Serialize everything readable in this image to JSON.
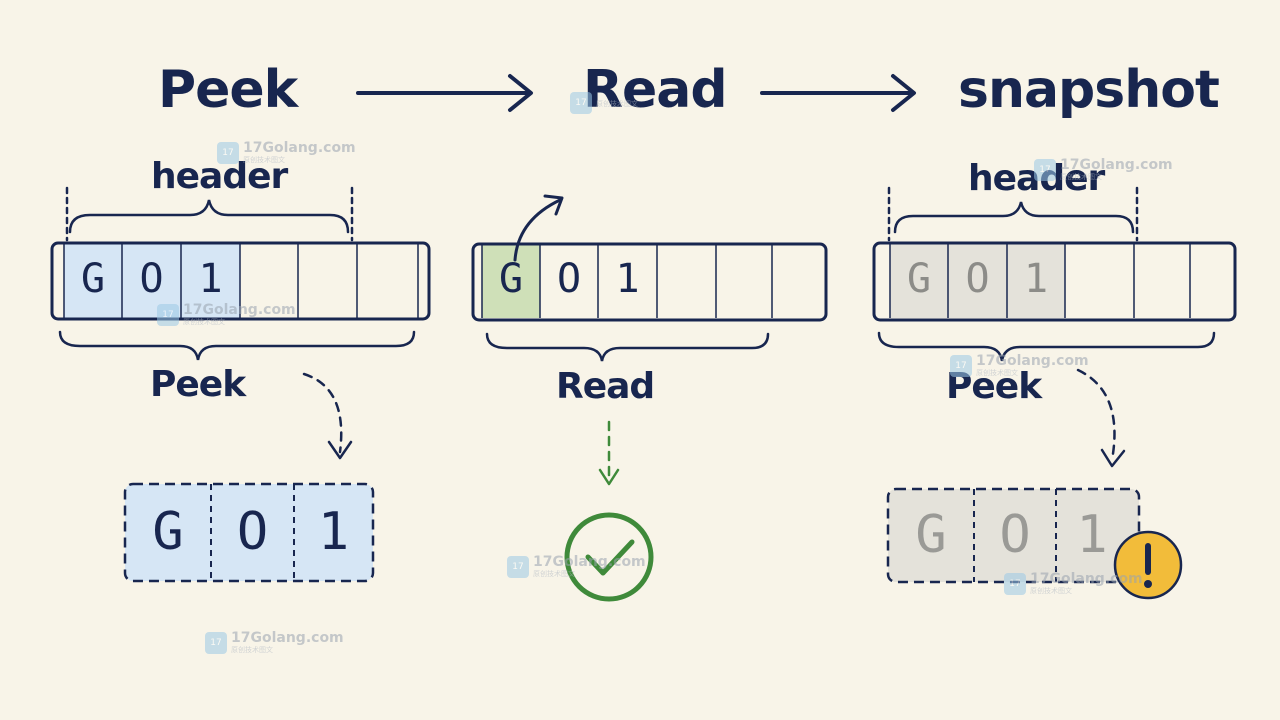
{
  "titles": {
    "peek": "Peek",
    "read": "Read",
    "snapshot": "snapshot"
  },
  "labels": {
    "header_left": "header",
    "header_right": "header",
    "peek_left": "Peek",
    "read_mid": "Read",
    "peek_right": "Peek"
  },
  "buffer_chars": [
    "G",
    "O",
    "1"
  ],
  "watermark": {
    "site": "17Golang.com",
    "sub": "原创技术图文"
  },
  "colors": {
    "ink": "#18264f",
    "peek_fill": "#d6e6f5",
    "read_fill": "#cfe0b8",
    "snapshot_fill": "#e4e2da",
    "check_green": "#3f8a3a",
    "warning_yellow": "#f2bc3a"
  },
  "icons": [
    "right-arrow-icon",
    "curved-arrow-icon",
    "dashed-arrow-icon",
    "checkmark-icon",
    "warning-icon"
  ]
}
